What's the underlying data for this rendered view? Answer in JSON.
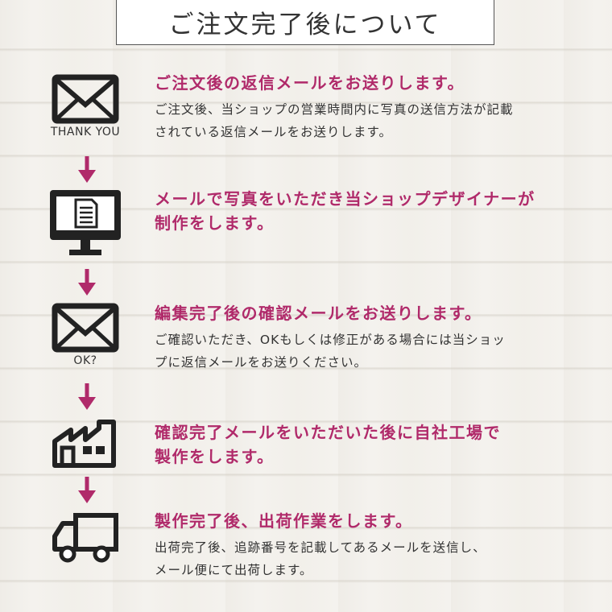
{
  "title": "ご注文完了後について",
  "accent_color": "#b02a6a",
  "steps": [
    {
      "icon": "envelope-icon",
      "caption": "THANK YOU",
      "heading": "ご注文後の返信メールをお送りします。",
      "desc_line1": "ご注文後、当ショップの営業時間内に写真の送信方法が記載",
      "desc_line2": "されている返信メールをお送りします。"
    },
    {
      "icon": "monitor-document-icon",
      "heading_line1": "メールで写真をいただき当ショップデザイナーが",
      "heading_line2": "制作をします。"
    },
    {
      "icon": "envelope-icon",
      "caption": "OK?",
      "heading": "編集完了後の確認メールをお送りします。",
      "desc_line1": "ご確認いただき、OKもしくは修正がある場合には当ショッ",
      "desc_line2": "プに返信メールをお送りください。"
    },
    {
      "icon": "factory-icon",
      "heading_line1": "確認完了メールをいただいた後に自社工場で",
      "heading_line2": "製作をします。"
    },
    {
      "icon": "truck-icon",
      "heading": "製作完了後、出荷作業をします。",
      "desc_line1": "出荷完了後、追跡番号を記載してあるメールを送信し、",
      "desc_line2": "メール便にて出荷します。"
    }
  ]
}
